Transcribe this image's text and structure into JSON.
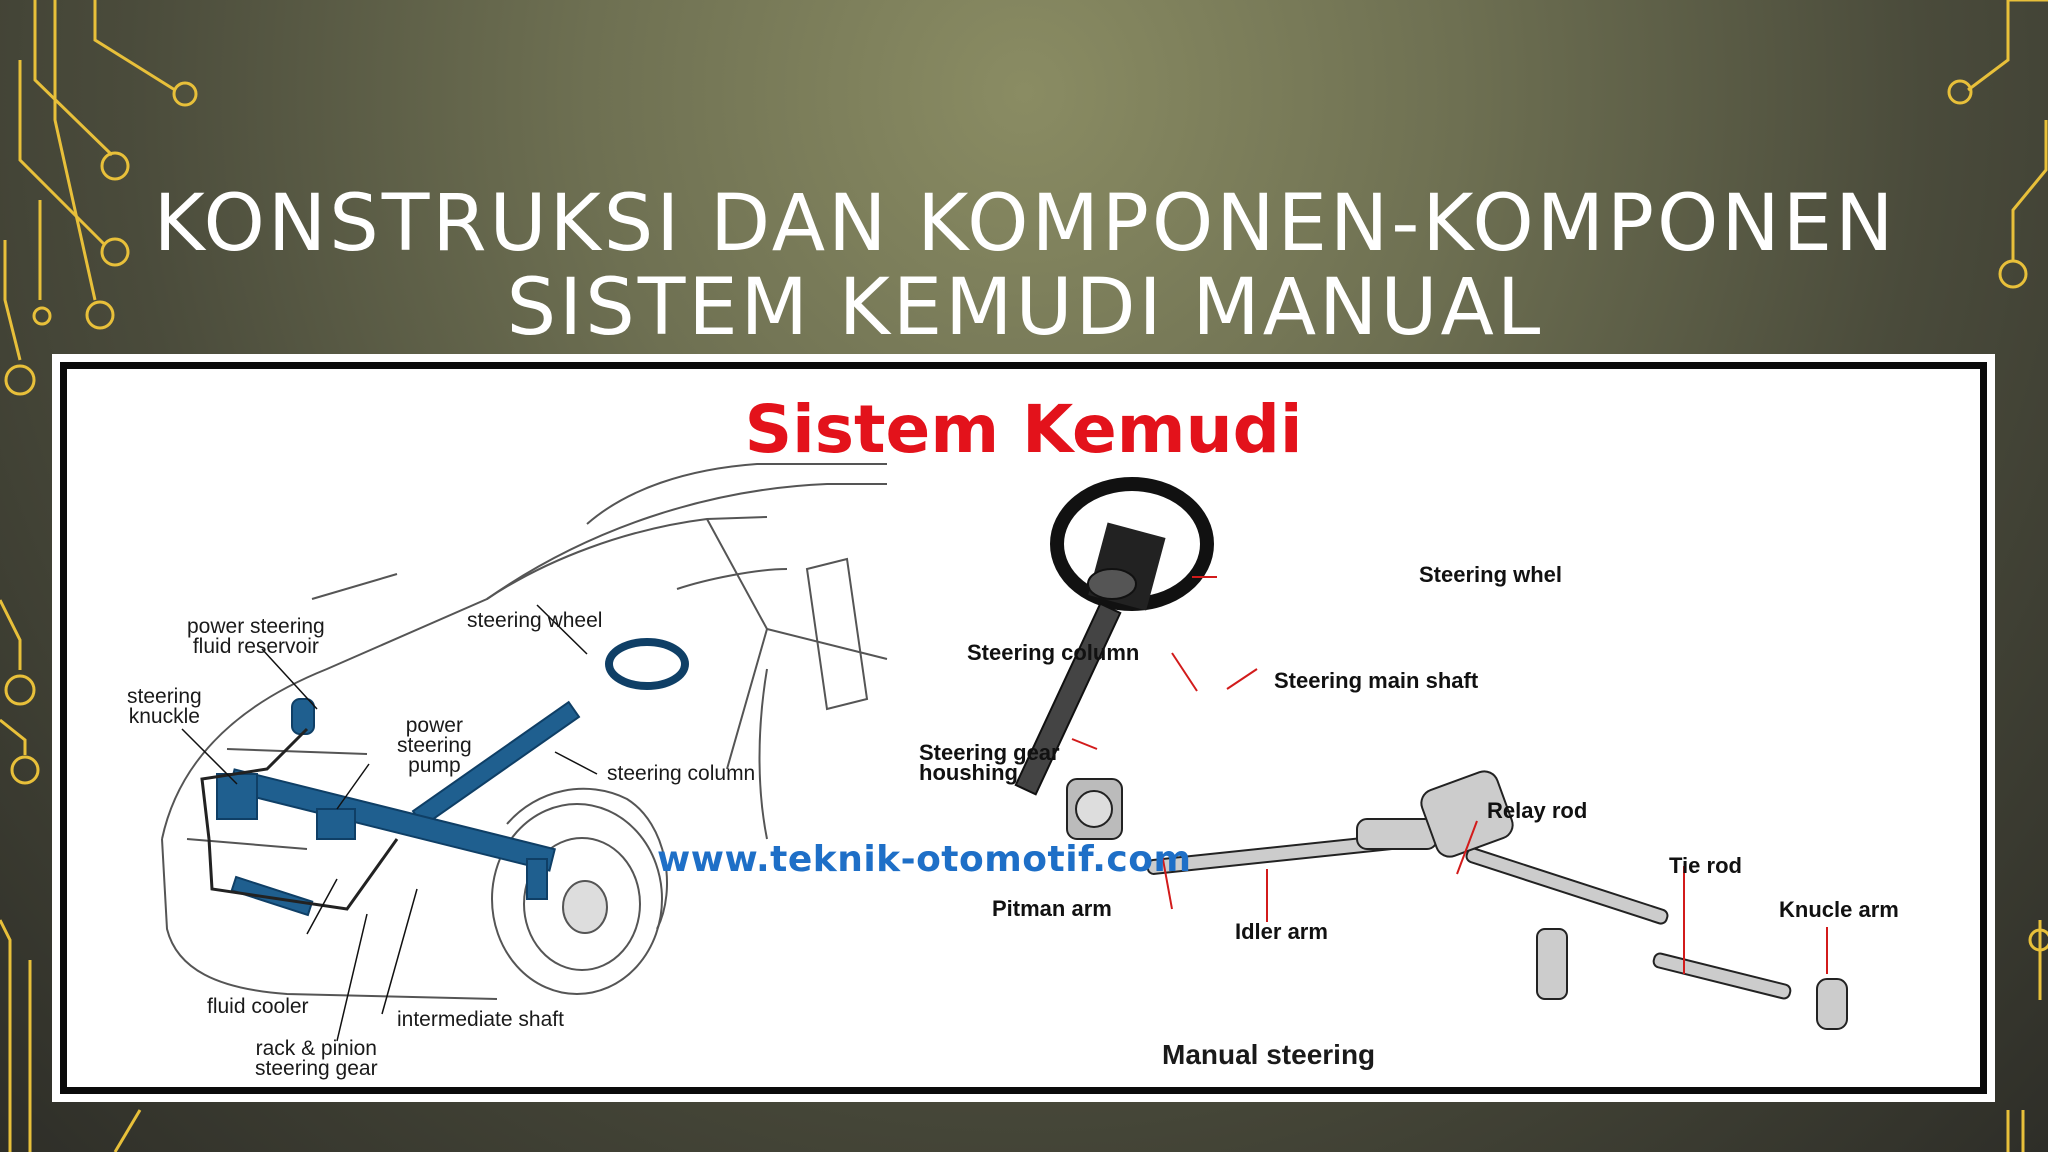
{
  "slide": {
    "title_line1": "KONSTRUKSI DAN KOMPONEN-KOMPONEN",
    "title_line2": "SISTEM KEMUDI MANUAL"
  },
  "diagram": {
    "title": "Sistem Kemudi",
    "watermark": "www.teknik-otomotif.com",
    "caption": "Manual steering",
    "car_labels": {
      "power_steering_fluid_reservoir": "power steering\nfluid reservoir",
      "steering_knuckle": "steering\nknuckle",
      "steering_wheel": "steering wheel",
      "power_steering_pump": "power\nsteering\npump",
      "steering_column": "steering column",
      "fluid_cooler": "fluid cooler",
      "intermediate_shaft": "intermediate shaft",
      "rack_pinion": "rack & pinion\nsteering gear"
    },
    "manual_labels": {
      "steering_wheel": "Steering whel",
      "steering_column": "Steering column",
      "steering_main_shaft": "Steering main shaft",
      "steering_gear_housing": "Steering gear\nhoushing",
      "relay_rod": "Relay rod",
      "tie_rod": "Tie rod",
      "pitman_arm": "Pitman arm",
      "idler_arm": "Idler arm",
      "knuckle_arm": "Knucle arm"
    }
  },
  "colors": {
    "accent_gold": "#e8c03a",
    "title_red": "#e3121b",
    "watermark_blue": "#1e6fc7",
    "steering_blue": "#1f5f8f"
  }
}
